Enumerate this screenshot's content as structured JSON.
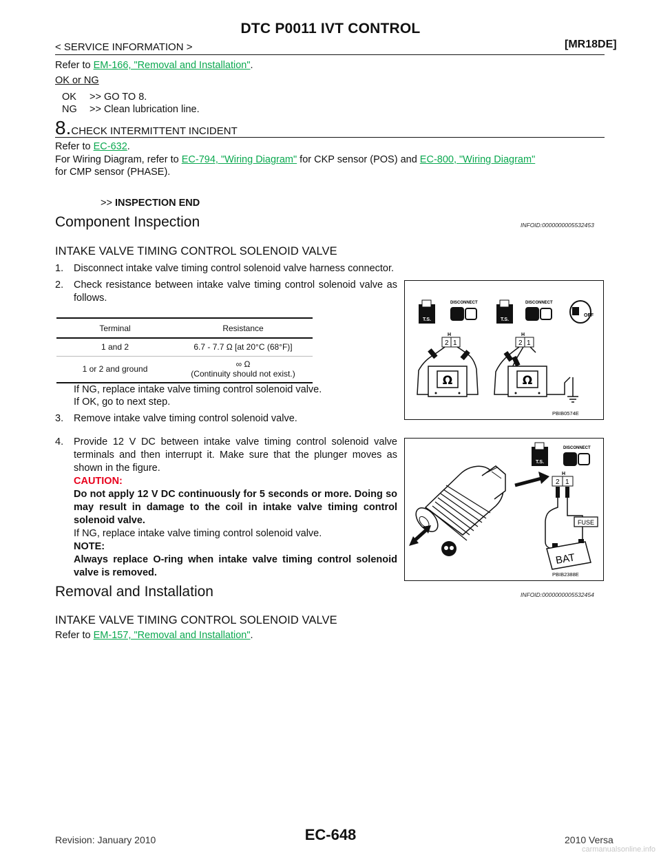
{
  "header": {
    "title": "DTC P0011 IVT CONTROL",
    "section": "< SERVICE INFORMATION >",
    "model": "[MR18DE]"
  },
  "step7": {
    "refer_prefix": "Refer to ",
    "refer_link": "EM-166, \"Removal and Installation\"",
    "refer_suffix": ".",
    "ok_ng_label": "OK or NG",
    "ok_code": "OK",
    "ok_text": ">> GO TO 8.",
    "ng_code": "NG",
    "ng_text": ">> Clean lubrication line."
  },
  "step8": {
    "number": "8.",
    "heading": "CHECK INTERMITTENT INCIDENT",
    "refer_prefix": "Refer to ",
    "refer_link": "EC-632",
    "refer_suffix": ".",
    "wiring_prefix": "For Wiring Diagram, refer to ",
    "wiring_link1": "EC-794, \"Wiring Diagram\"",
    "wiring_mid": " for CKP sensor (POS) and ",
    "wiring_link2": "EC-800, \"Wiring Diagram\"",
    "wiring_end": "for CMP sensor (PHASE).",
    "end_arrow": ">>",
    "end_text": "INSPECTION END"
  },
  "component_inspection": {
    "title": "Component Inspection",
    "info_id": "INFOID:0000000005532453",
    "subtitle": "INTAKE VALVE TIMING CONTROL SOLENOID VALVE",
    "steps": [
      {
        "n": "1.",
        "text": "Disconnect intake valve timing control solenoid valve harness connector."
      },
      {
        "n": "2.",
        "text": "Check resistance between intake valve timing control solenoid valve as follows."
      },
      {
        "n": "3.",
        "text": "Remove intake valve timing control solenoid valve."
      },
      {
        "n": "4.",
        "text": "Provide 12 V DC between intake valve timing control solenoid valve terminals and then interrupt it. Make sure that the plunger moves as shown in the figure."
      }
    ],
    "table": {
      "col1": "Terminal",
      "col2": "Resistance",
      "rows": [
        {
          "terminal": "1 and 2",
          "resistance": "6.7 - 7.7 Ω [at 20°C (68°F)]"
        },
        {
          "terminal": "1 or 2 and ground",
          "resistance": "∞ Ω",
          "note": "(Continuity should not exist.)"
        }
      ]
    },
    "ng_line": "If NG, replace intake valve timing control solenoid valve.",
    "ok_line": "If OK, go to next step.",
    "caution_label": "CAUTION:",
    "caution_text": "Do not apply 12 V DC continuously for 5 seconds or more. Doing so may result in damage to the coil in intake valve timing control solenoid valve.",
    "ng_line2": "If NG, replace intake valve timing control solenoid valve.",
    "note_label": "NOTE:",
    "note_text": "Always replace O-ring when intake valve timing control solenoid valve is removed."
  },
  "figure1": {
    "id": "PBIB0574E",
    "disconnect": "DISCONNECT",
    "ts": "T.S.",
    "off": "OFF",
    "ohm": "Ω",
    "pin2": "2",
    "pin1": "1",
    "h": "H"
  },
  "figure2": {
    "id": "PBIB2388E",
    "disconnect": "DISCONNECT",
    "ts": "T.S.",
    "fuse": "FUSE",
    "bat": "BAT",
    "pin2": "2",
    "pin1": "1",
    "h": "H"
  },
  "removal": {
    "title": "Removal and Installation",
    "info_id": "INFOID:0000000005532454",
    "subtitle": "INTAKE VALVE TIMING CONTROL SOLENOID VALVE",
    "refer_prefix": "Refer to ",
    "refer_link": "EM-157, \"Removal and Installation\"",
    "refer_suffix": "."
  },
  "footer": {
    "revision": "Revision: January 2010",
    "page": "EC-648",
    "model_year": "2010 Versa",
    "watermark": "carmanualsonline.info"
  }
}
